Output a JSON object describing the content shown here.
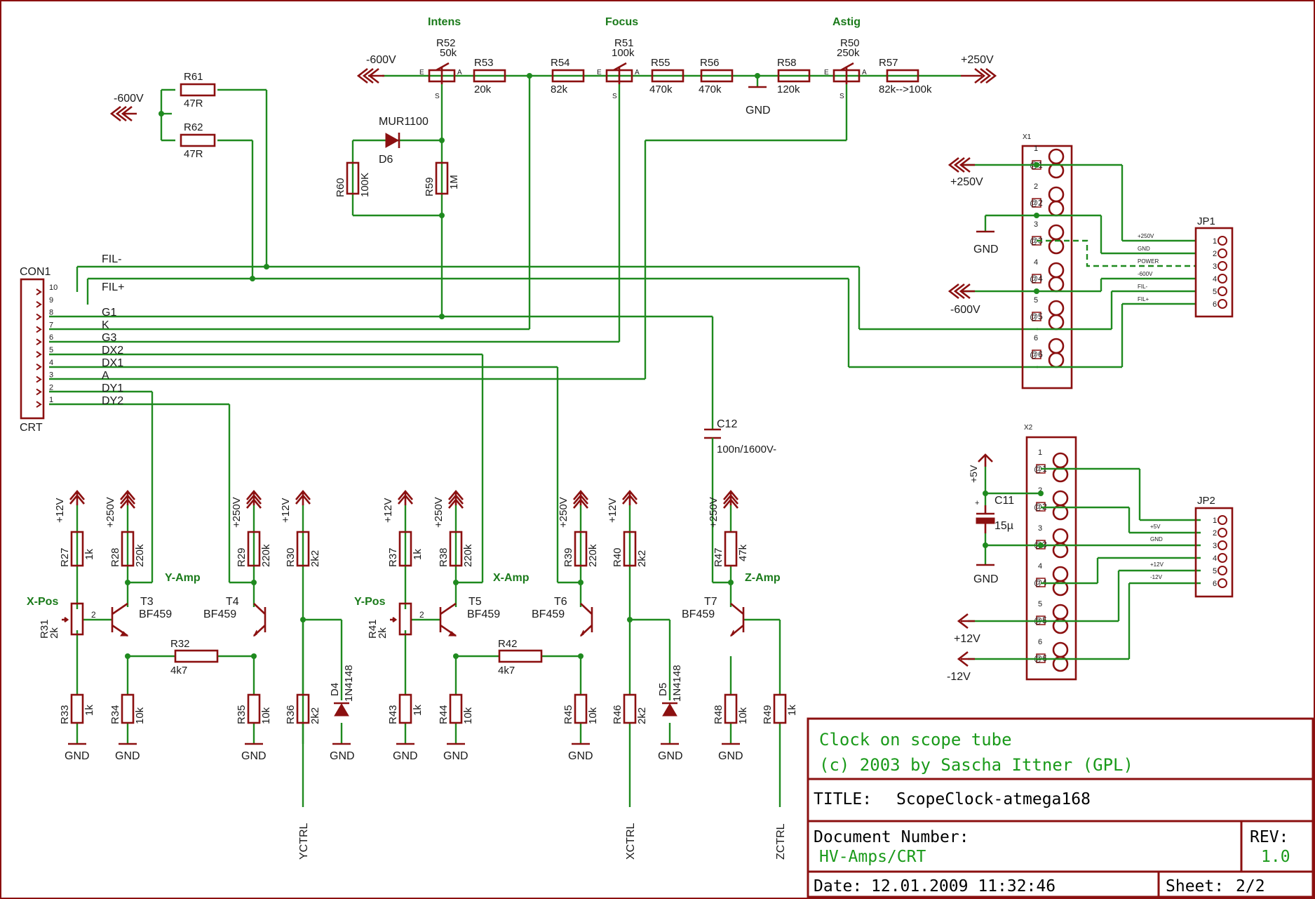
{
  "title_block": {
    "line1": "Clock on scope tube",
    "line2": "(c) 2003 by Sascha Ittner (GPL)",
    "title_label": "TITLE:",
    "title_value": "ScopeClock-atmega168",
    "doc_label": "Document Number:",
    "doc_value": "HV-Amps/CRT",
    "rev_label": "REV:",
    "rev_value": "1.0",
    "date_label": "Date:",
    "date_value": "12.01.2009 11:32:46",
    "sheet_label": "Sheet:",
    "sheet_value": "2/2"
  },
  "pot_titles": {
    "intens": "Intens",
    "focus": "Focus",
    "astig": "Astig"
  },
  "top_chain": {
    "neg600": "-600V",
    "pos250": "+250V",
    "gnd": "GND",
    "R52": "R52",
    "R52v": "50k",
    "R53": "R53",
    "R53v": "20k",
    "R54": "R54",
    "R54v": "82k",
    "R51": "R51",
    "R51v": "100k",
    "R55": "R55",
    "R55v": "470k",
    "R56": "R56",
    "R56v": "470k",
    "R58": "R58",
    "R58v": "120k",
    "R50": "R50",
    "R50v": "250k",
    "R57": "R57",
    "R57v": "82k-->100k",
    "E": "E",
    "A": "A",
    "S": "S"
  },
  "filament": {
    "neg600": "-600V",
    "R61": "R61",
    "R61v": "47R",
    "R62": "R62",
    "R62v": "47R"
  },
  "intens_branch": {
    "D6name": "MUR1100",
    "D6": "D6",
    "R60": "R60",
    "R60v": "100K",
    "R59": "R59",
    "R59v": "1M"
  },
  "crt": {
    "name": "CON1",
    "sub": "CRT",
    "pins": [
      "10",
      "9",
      "8",
      "7",
      "6",
      "5",
      "4",
      "3",
      "2",
      "1"
    ],
    "signals": [
      "FIL-",
      "FIL+",
      "G1",
      "K",
      "G3",
      "DX2",
      "DX1",
      "A",
      "DY1",
      "DY2"
    ]
  },
  "x1": {
    "name": "X1",
    "pins": [
      "1",
      "2",
      "3",
      "4",
      "5",
      "6"
    ],
    "pads": [
      "@1",
      "@2",
      "@3",
      "@4",
      "@5",
      "@6"
    ],
    "pos250": "+250V",
    "gnd": "GND",
    "neg600": "-600V"
  },
  "jp1": {
    "name": "JP1",
    "pins": [
      "1",
      "2",
      "3",
      "4",
      "5",
      "6"
    ],
    "nets": [
      "+250V",
      "GND",
      "POWER",
      "-600V",
      "FIL-",
      "FIL+"
    ]
  },
  "x2": {
    "name": "X2",
    "pins": [
      "1",
      "2",
      "3",
      "4",
      "5",
      "6"
    ],
    "pads": [
      "@1",
      "@2",
      "@3",
      "@4",
      "@5",
      "@6"
    ],
    "pos5": "+5V",
    "C11": "C11",
    "C11v": "15µ",
    "gnd": "GND",
    "pos12": "+12V",
    "neg12": "-12V",
    "plus": "+"
  },
  "jp2": {
    "name": "JP2",
    "pins": [
      "1",
      "2",
      "3",
      "4",
      "5",
      "6"
    ],
    "nets": [
      "+5V",
      "GND",
      "+12V",
      "-12V"
    ]
  },
  "c12": {
    "name": "C12",
    "value": "100n/1600V-"
  },
  "y_amp": {
    "title": "Y-Amp",
    "pos_label": "X-Pos",
    "p12a": "+12V",
    "p250a": "+250V",
    "p250b": "+250V",
    "p12b": "+12V",
    "R27": "R27",
    "R27v": "1k",
    "R28": "R28",
    "R28v": "220k",
    "R29": "R29",
    "R29v": "220k",
    "R30": "R30",
    "R30v": "2k2",
    "R31": "R31",
    "R31v": "2k",
    "T3": "T3",
    "T3v": "BF459",
    "T4": "T4",
    "T4v": "BF459",
    "R32": "R32",
    "R32v": "4k7",
    "R33": "R33",
    "R33v": "1k",
    "R34": "R34",
    "R34v": "10k",
    "R35": "R35",
    "R35v": "10k",
    "R36": "R36",
    "R36v": "2k2",
    "D4": "D4",
    "D4v": "1N4148",
    "gnd": "GND",
    "ctrl": "YCTRL"
  },
  "x_amp": {
    "title": "X-Amp",
    "pos_label": "Y-Pos",
    "p12a": "+12V",
    "p250a": "+250V",
    "p250b": "+250V",
    "p12b": "+12V",
    "R37": "R37",
    "R37v": "1k",
    "R38": "R38",
    "R38v": "220k",
    "R39": "R39",
    "R39v": "220k",
    "R40": "R40",
    "R40v": "2k2",
    "R41": "R41",
    "R41v": "2k",
    "T5": "T5",
    "T5v": "BF459",
    "T6": "T6",
    "T6v": "BF459",
    "R42": "R42",
    "R42v": "4k7",
    "R43": "R43",
    "R43v": "1k",
    "R44": "R44",
    "R44v": "10k",
    "R45": "R45",
    "R45v": "10k",
    "R46": "R46",
    "R46v": "2k2",
    "D5": "D5",
    "D5v": "1N4148",
    "gnd": "GND",
    "ctrl": "XCTRL"
  },
  "z_amp": {
    "title": "Z-Amp",
    "p250": "+250V",
    "R47": "R47",
    "R47v": "47k",
    "T7": "T7",
    "T7v": "BF459",
    "R48": "R48",
    "R48v": "10k",
    "R49": "R49",
    "R49v": "1k",
    "gnd": "GND",
    "ctrl": "ZCTRL"
  },
  "pin_marks": {
    "one": "1",
    "two": "2",
    "three": "3"
  }
}
